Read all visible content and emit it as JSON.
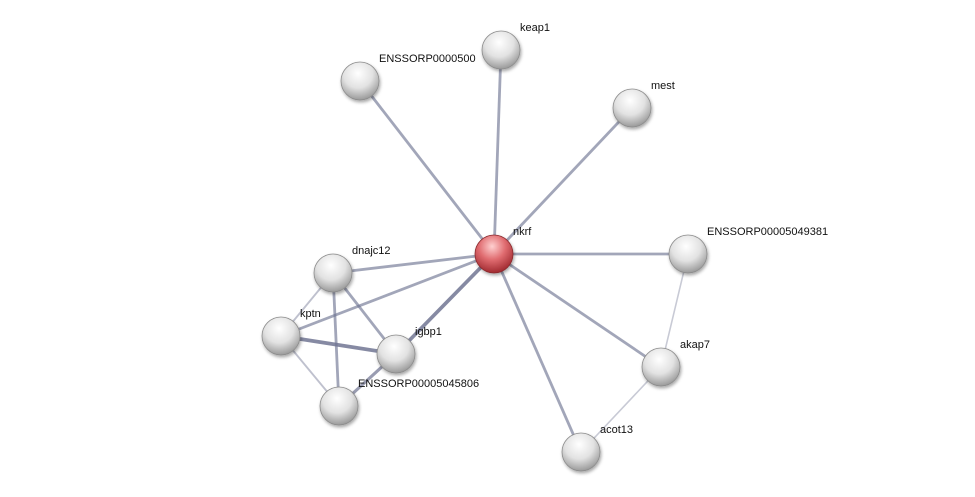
{
  "network": {
    "query_node": "nkrf",
    "colors": {
      "query": "#d9545a",
      "node": "#e4e4e4",
      "edge": "#6e7391"
    },
    "nodes": [
      {
        "id": "nkrf",
        "label": "nkrf"
      },
      {
        "id": "keap1",
        "label": "keap1"
      },
      {
        "id": "enssorp500",
        "label": "ENSSORP0000500"
      },
      {
        "id": "mest",
        "label": "mest"
      },
      {
        "id": "enssorp49381",
        "label": "ENSSORP00005049381"
      },
      {
        "id": "dnajc12",
        "label": "dnajc12"
      },
      {
        "id": "kptn",
        "label": "kptn"
      },
      {
        "id": "igbp1",
        "label": "igbp1"
      },
      {
        "id": "enssorp45806",
        "label": "ENSSORP00005045806"
      },
      {
        "id": "akap7",
        "label": "akap7"
      },
      {
        "id": "acot13",
        "label": "acot13"
      }
    ],
    "edges": [
      {
        "from": "nkrf",
        "to": "keap1",
        "strength": 0.6
      },
      {
        "from": "nkrf",
        "to": "enssorp500",
        "strength": 0.6
      },
      {
        "from": "nkrf",
        "to": "mest",
        "strength": 0.6
      },
      {
        "from": "nkrf",
        "to": "enssorp49381",
        "strength": 0.6
      },
      {
        "from": "nkrf",
        "to": "dnajc12",
        "strength": 0.6
      },
      {
        "from": "nkrf",
        "to": "kptn",
        "strength": 0.6
      },
      {
        "from": "nkrf",
        "to": "igbp1",
        "strength": 0.9
      },
      {
        "from": "nkrf",
        "to": "akap7",
        "strength": 0.6
      },
      {
        "from": "nkrf",
        "to": "acot13",
        "strength": 0.6
      },
      {
        "from": "dnajc12",
        "to": "kptn",
        "strength": 0.3
      },
      {
        "from": "dnajc12",
        "to": "igbp1",
        "strength": 0.6
      },
      {
        "from": "dnajc12",
        "to": "enssorp45806",
        "strength": 0.6
      },
      {
        "from": "kptn",
        "to": "igbp1",
        "strength": 0.9
      },
      {
        "from": "kptn",
        "to": "enssorp45806",
        "strength": 0.3
      },
      {
        "from": "igbp1",
        "to": "enssorp45806",
        "strength": 0.7
      },
      {
        "from": "enssorp49381",
        "to": "akap7",
        "strength": 0.2
      },
      {
        "from": "akap7",
        "to": "acot13",
        "strength": 0.2
      }
    ]
  }
}
